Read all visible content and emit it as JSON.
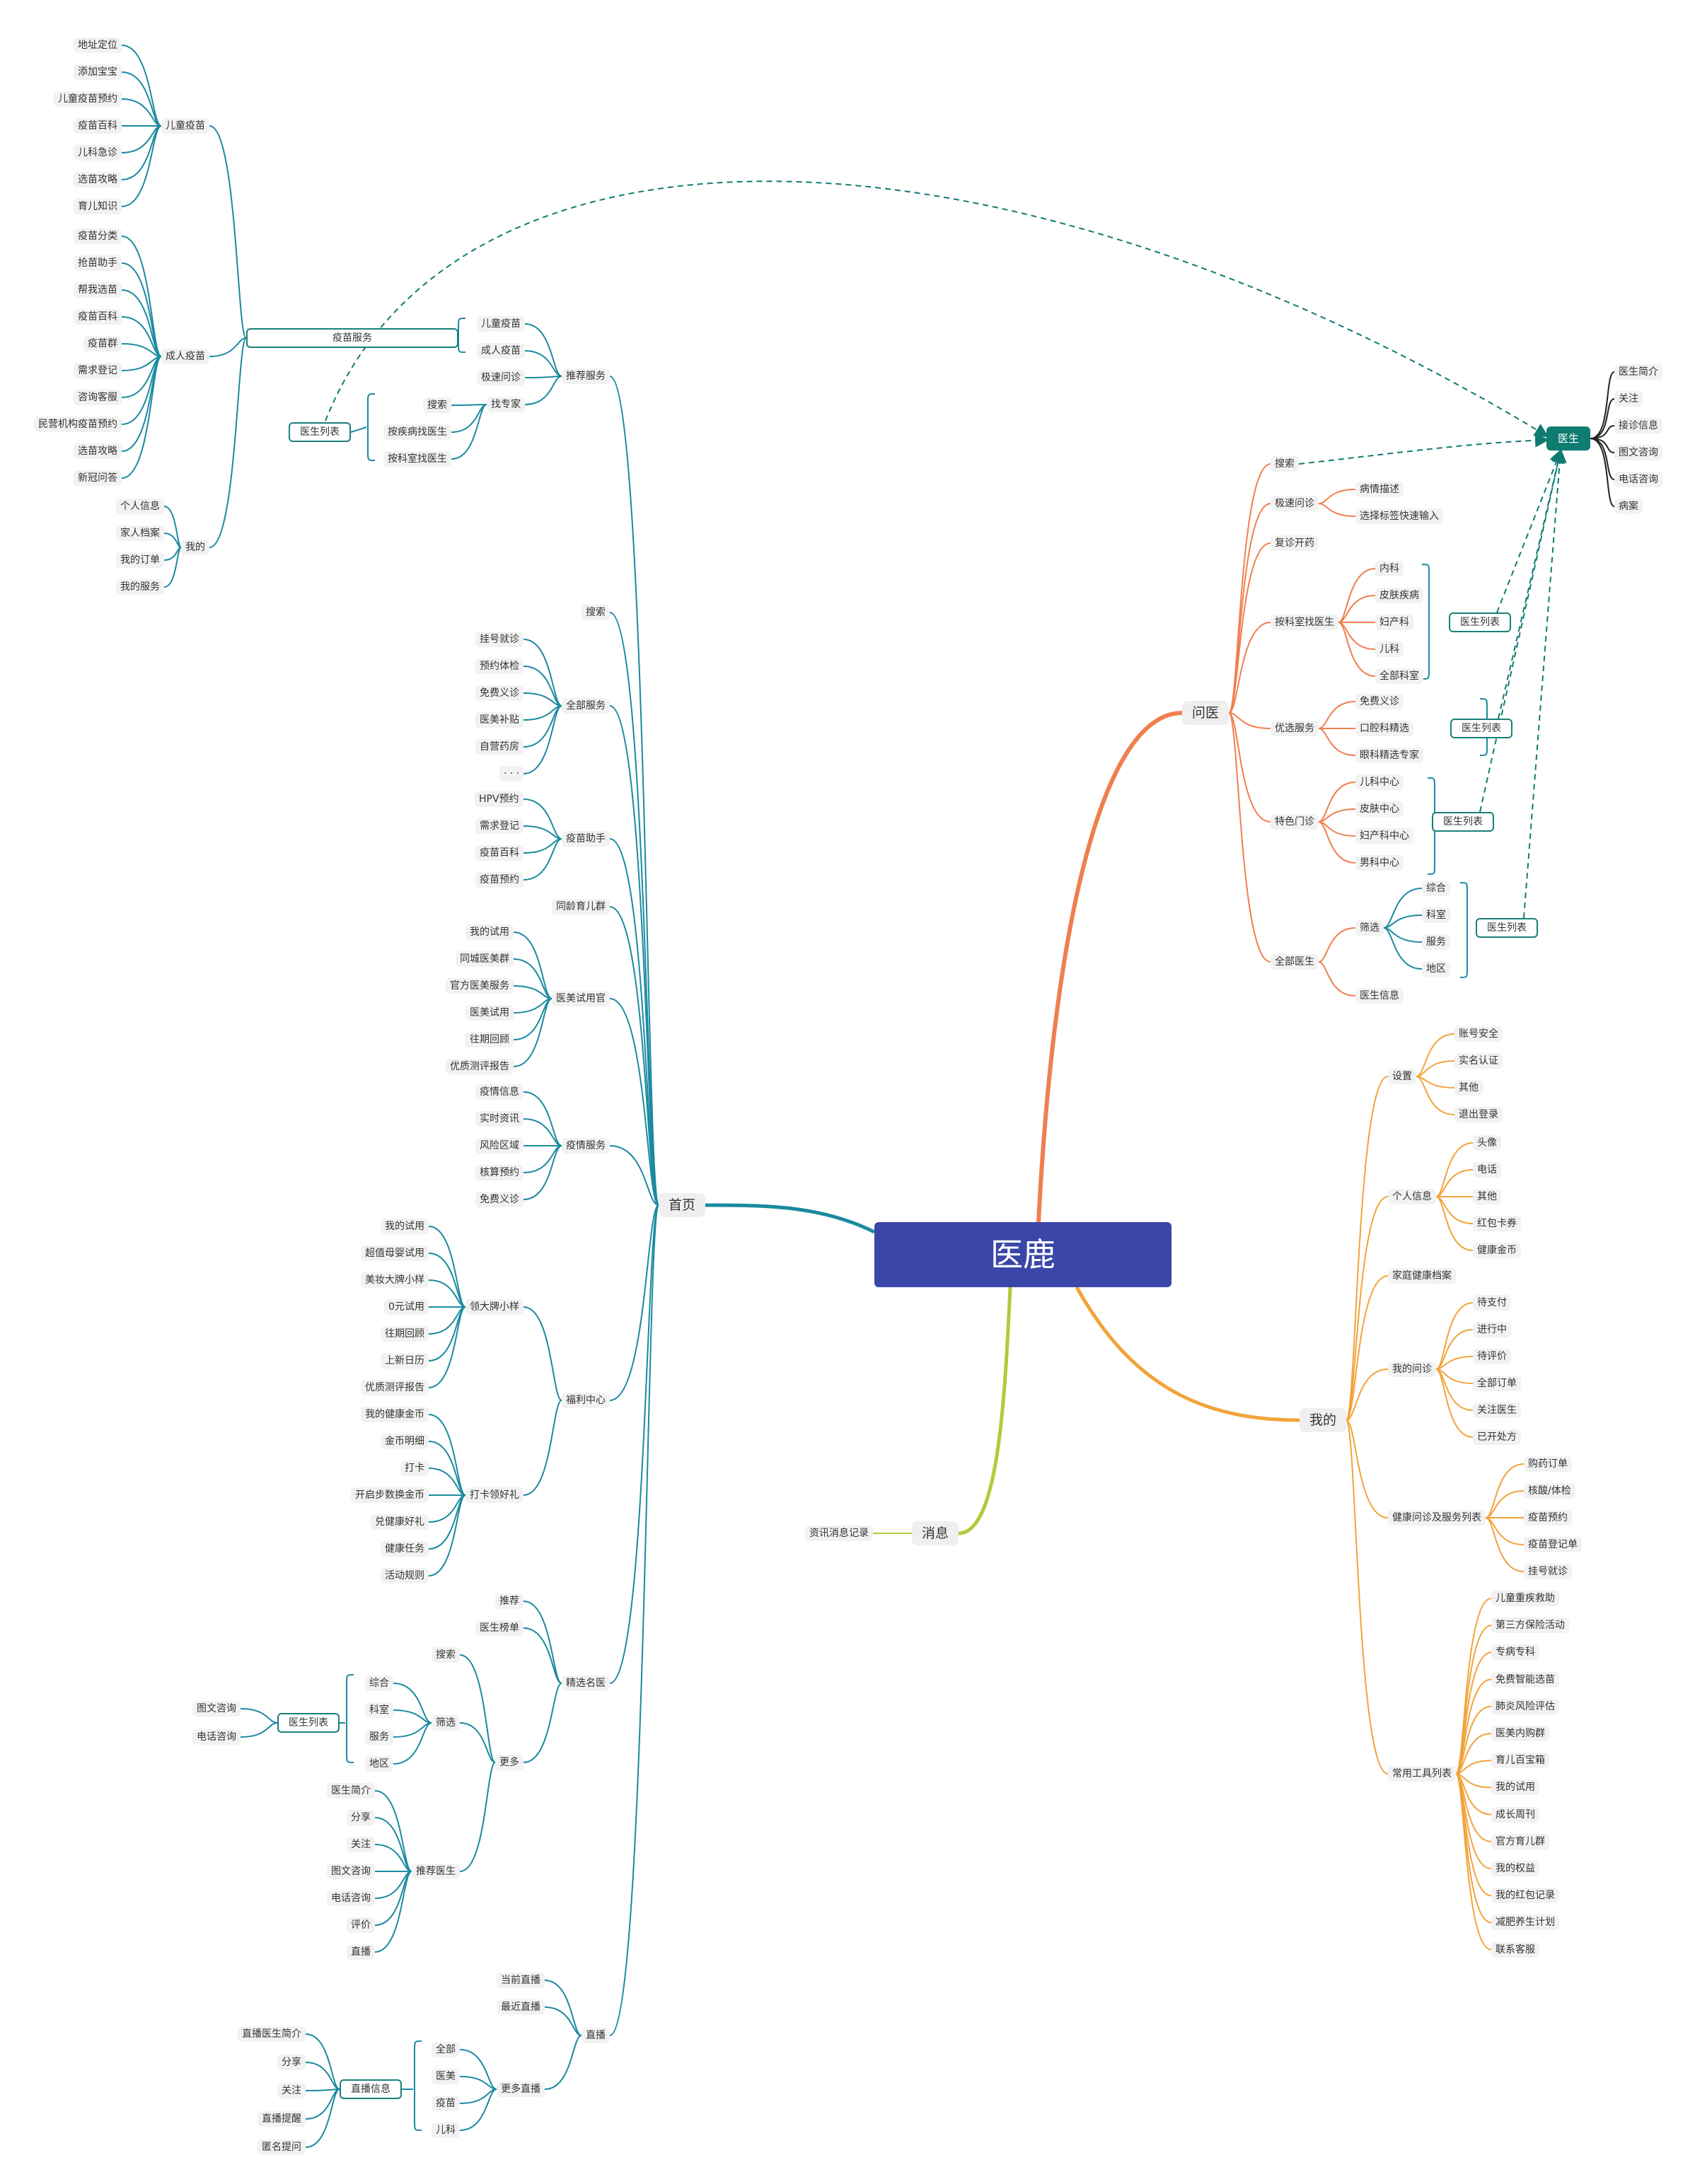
{
  "root": "医鹿",
  "colors": {
    "home": "#1b8aa0",
    "ask": "#ef7f4f",
    "mine": "#f2a33a",
    "msg": "#b7c83a",
    "doctor": "#0e7c70"
  },
  "home": {
    "label": "首页",
    "tuijian": {
      "label": "推荐服务",
      "items": [
        "儿童疫苗",
        "成人疫苗",
        "极速问诊",
        "找专家"
      ],
      "zhuanjia": [
        "搜索",
        "按疾病找医生",
        "按科室找医生"
      ],
      "yimiao_fuwu": "疫苗服务",
      "doc_list": "医生列表"
    },
    "yimiao_tree": {
      "ertong": {
        "label": "儿童疫苗",
        "items": [
          "地址定位",
          "添加宝宝",
          "儿童疫苗预约",
          "疫苗百科",
          "儿科急诊",
          "选苗攻略",
          "育儿知识"
        ]
      },
      "chengren": {
        "label": "成人疫苗",
        "items": [
          "疫苗分类",
          "抢苗助手",
          "帮我选苗",
          "疫苗百科",
          "疫苗群",
          "需求登记",
          "咨询客服",
          "民营机构疫苗预约",
          "选苗攻略",
          "新冠问答"
        ]
      },
      "wode": {
        "label": "我的",
        "items": [
          "个人信息",
          "家人档案",
          "我的订单",
          "我的服务"
        ]
      }
    },
    "sousuo": "搜索",
    "quanbu": {
      "label": "全部服务",
      "items": [
        "挂号就诊",
        "预约体检",
        "免费义诊",
        "医美补贴",
        "自营药房",
        "· · ·"
      ]
    },
    "zhushou": {
      "label": "疫苗助手",
      "items": [
        "HPV预约",
        "需求登记",
        "疫苗百科",
        "疫苗预约"
      ]
    },
    "tongling": "同龄育儿群",
    "shiyong": {
      "label": "医美试用官",
      "items": [
        "我的试用",
        "同城医美群",
        "官方医美服务",
        "医美试用",
        "往期回顾",
        "优质测评报告"
      ]
    },
    "yiqing": {
      "label": "疫情服务",
      "items": [
        "疫情信息",
        "实时资讯",
        "风险区域",
        "核算预约",
        "免费义诊"
      ]
    },
    "fuli": {
      "label": "福利中心",
      "lingda": {
        "label": "领大牌小样",
        "items": [
          "我的试用",
          "超值母婴试用",
          "美妆大牌小样",
          "0元试用",
          "往期回顾",
          "上新日历",
          "优质测评报告"
        ]
      },
      "daka": {
        "label": "打卡领好礼",
        "items": [
          "我的健康金币",
          "金币明细",
          "打卡",
          "开启步数换金币",
          "兑健康好礼",
          "健康任务",
          "活动规则"
        ]
      }
    },
    "jingxuan": {
      "label": "精选名医",
      "items": [
        "推荐",
        "医生榜单",
        "更多"
      ],
      "gengduo": [
        "搜索",
        "筛选",
        "推荐医生"
      ],
      "shaixuan": [
        "综合",
        "科室",
        "服务",
        "地区"
      ],
      "doc_list": "医生列表",
      "doc_list_items": [
        "图文咨询",
        "电话咨询"
      ],
      "tuijian_doc": [
        "医生简介",
        "分享",
        "关注",
        "图文咨询",
        "电话咨询",
        "评价",
        "直播"
      ]
    },
    "zhibo": {
      "label": "直播",
      "items": [
        "当前直播",
        "最近直播",
        "更多直播"
      ],
      "more": [
        "全部",
        "医美",
        "疫苗",
        "儿科"
      ],
      "info": "直播信息",
      "info_items": [
        "直播医生简介",
        "分享",
        "关注",
        "直播提醒",
        "匿名提问"
      ]
    }
  },
  "ask": {
    "label": "问医",
    "items": [
      "搜索",
      "极速问诊",
      "复诊开药",
      "按科室找医生",
      "优选服务",
      "特色门诊",
      "全部医生"
    ],
    "jisu": [
      "病情描述",
      "选择标签快速输入"
    ],
    "keshi": [
      "内科",
      "皮肤疾病",
      "妇产科",
      "儿科",
      "全部科室"
    ],
    "youxuan": [
      "免费义诊",
      "口腔科精选",
      "眼科精选专家"
    ],
    "tese": [
      "儿科中心",
      "皮肤中心",
      "妇产科中心",
      "男科中心"
    ],
    "all": [
      "筛选",
      "医生信息"
    ],
    "shaixuan": [
      "综合",
      "科室",
      "服务",
      "地区"
    ],
    "doc_list": "医生列表"
  },
  "doctor": {
    "label": "医生",
    "items": [
      "医生简介",
      "关注",
      "接诊信息",
      "图文咨询",
      "电话咨询",
      "病案"
    ]
  },
  "mine": {
    "label": "我的",
    "items": [
      "设置",
      "个人信息",
      "家庭健康档案",
      "我的问诊",
      "健康问诊及服务列表",
      "常用工具列表"
    ],
    "shezhi": [
      "账号安全",
      "实名认证",
      "其他",
      "退出登录"
    ],
    "geren": [
      "头像",
      "电话",
      "其他",
      "红包卡券",
      "健康金币"
    ],
    "wenzhen": [
      "待支付",
      "进行中",
      "待评价",
      "全部订单",
      "关注医生",
      "已开处方"
    ],
    "fuwu": [
      "购药订单",
      "核酸/体检",
      "疫苗预约",
      "疫苗登记单",
      "挂号就诊"
    ],
    "gongju": [
      "儿童重疾救助",
      "第三方保险活动",
      "专病专科",
      "免费智能选苗",
      "肺炎风险评估",
      "医美内购群",
      "育儿百宝箱",
      "我的试用",
      "成长周刊",
      "官方育儿群",
      "我的权益",
      "我的红包记录",
      "减肥养生计划",
      "联系客服"
    ]
  },
  "msg": {
    "label": "消息",
    "items": [
      "资讯消息记录"
    ]
  }
}
